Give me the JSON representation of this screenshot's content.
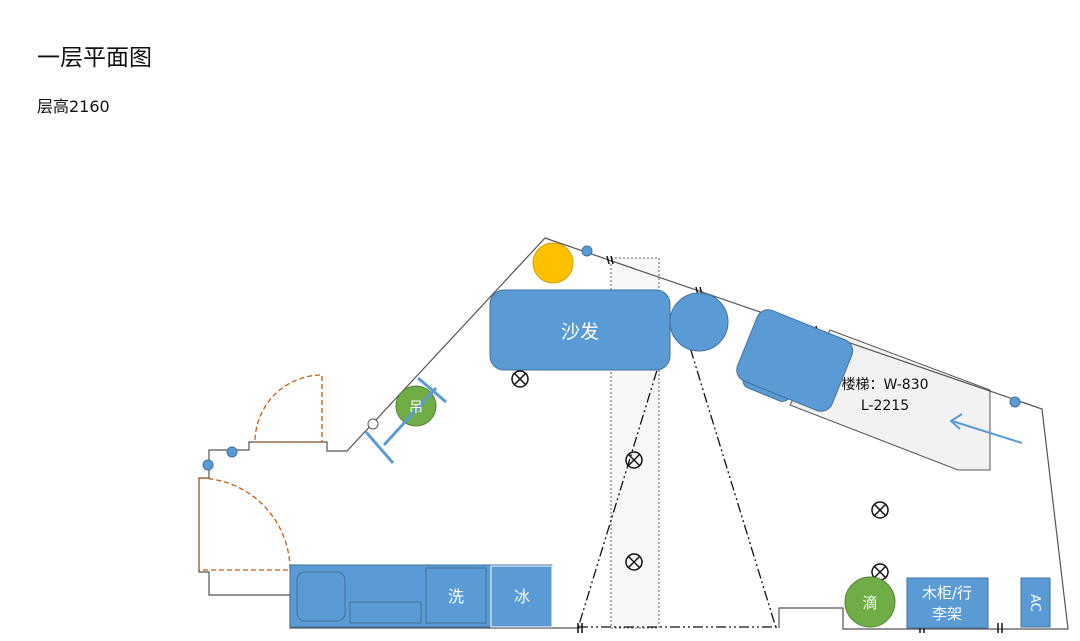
{
  "title": "一层平面图",
  "subtitle": "层高2160",
  "labels": {
    "sofa": "沙发",
    "hanging_chair": "吊",
    "stairs_line1": "楼梯：W-830",
    "stairs_line2": "L-2215",
    "washer": "洗",
    "fridge": "冰",
    "drip": "滴",
    "cabinet_line1": "木柜/行",
    "cabinet_line2": "李架",
    "ac": "AC"
  },
  "colors": {
    "furniture": "#5b9bd5",
    "plant_green": "#70ad47",
    "lamp_yellow": "#ffc000",
    "door_orange": "#c55a11",
    "stair_fill": "#f2f2f2"
  }
}
